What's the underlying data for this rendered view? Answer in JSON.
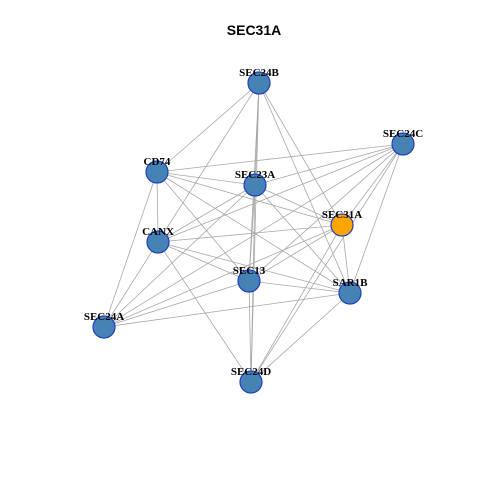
{
  "title": "SEC31A",
  "colors": {
    "node_default": "#4682b4",
    "node_focus": "#ffa500",
    "node_border": "#1f3fbf",
    "edge": "#a8a8a8",
    "background": "#ffffff"
  },
  "network": {
    "focus_node": "SEC31A",
    "nodes": [
      {
        "id": "SEC24B",
        "label": "SEC24B",
        "focus": false
      },
      {
        "id": "SEC24C",
        "label": "SEC24C",
        "focus": false
      },
      {
        "id": "CD74",
        "label": "CD74",
        "focus": false
      },
      {
        "id": "SEC23A",
        "label": "SEC23A",
        "focus": false
      },
      {
        "id": "SEC31A",
        "label": "SEC31A",
        "focus": true
      },
      {
        "id": "CANX",
        "label": "CANX",
        "focus": false
      },
      {
        "id": "SEC13",
        "label": "SEC13",
        "focus": false
      },
      {
        "id": "SAR1B",
        "label": "SAR1B",
        "focus": false
      },
      {
        "id": "SEC24A",
        "label": "SEC24A",
        "focus": false
      },
      {
        "id": "SEC24D",
        "label": "SEC24D",
        "focus": false
      }
    ],
    "edges": [
      [
        "SEC24B",
        "CD74"
      ],
      [
        "SEC24B",
        "SEC23A"
      ],
      [
        "SEC24B",
        "SEC31A"
      ],
      [
        "SEC24B",
        "CANX"
      ],
      [
        "SEC24B",
        "SEC13"
      ],
      [
        "SEC24B",
        "SAR1B"
      ],
      [
        "SEC24B",
        "SEC24D"
      ],
      [
        "SEC24C",
        "CD74"
      ],
      [
        "SEC24C",
        "SEC23A"
      ],
      [
        "SEC24C",
        "SEC31A"
      ],
      [
        "SEC24C",
        "CANX"
      ],
      [
        "SEC24C",
        "SEC13"
      ],
      [
        "SEC24C",
        "SAR1B"
      ],
      [
        "SEC24C",
        "SEC24A"
      ],
      [
        "SEC24C",
        "SEC24D"
      ],
      [
        "CD74",
        "SEC23A"
      ],
      [
        "CD74",
        "SEC31A"
      ],
      [
        "CD74",
        "CANX"
      ],
      [
        "CD74",
        "SEC13"
      ],
      [
        "CD74",
        "SAR1B"
      ],
      [
        "CD74",
        "SEC24A"
      ],
      [
        "SEC23A",
        "SEC31A"
      ],
      [
        "SEC23A",
        "CANX"
      ],
      [
        "SEC23A",
        "SEC13"
      ],
      [
        "SEC23A",
        "SAR1B"
      ],
      [
        "SEC23A",
        "SEC24A"
      ],
      [
        "SEC23A",
        "SEC24D"
      ],
      [
        "SEC31A",
        "CANX"
      ],
      [
        "SEC31A",
        "SEC13"
      ],
      [
        "SEC31A",
        "SAR1B"
      ],
      [
        "SEC31A",
        "SEC24A"
      ],
      [
        "SEC31A",
        "SEC24D"
      ],
      [
        "CANX",
        "SEC13"
      ],
      [
        "CANX",
        "SAR1B"
      ],
      [
        "CANX",
        "SEC24A"
      ],
      [
        "CANX",
        "SEC24D"
      ],
      [
        "SEC13",
        "SAR1B"
      ],
      [
        "SEC13",
        "SEC24A"
      ],
      [
        "SEC13",
        "SEC24D"
      ],
      [
        "SAR1B",
        "SEC24A"
      ],
      [
        "SAR1B",
        "SEC24D"
      ]
    ]
  }
}
